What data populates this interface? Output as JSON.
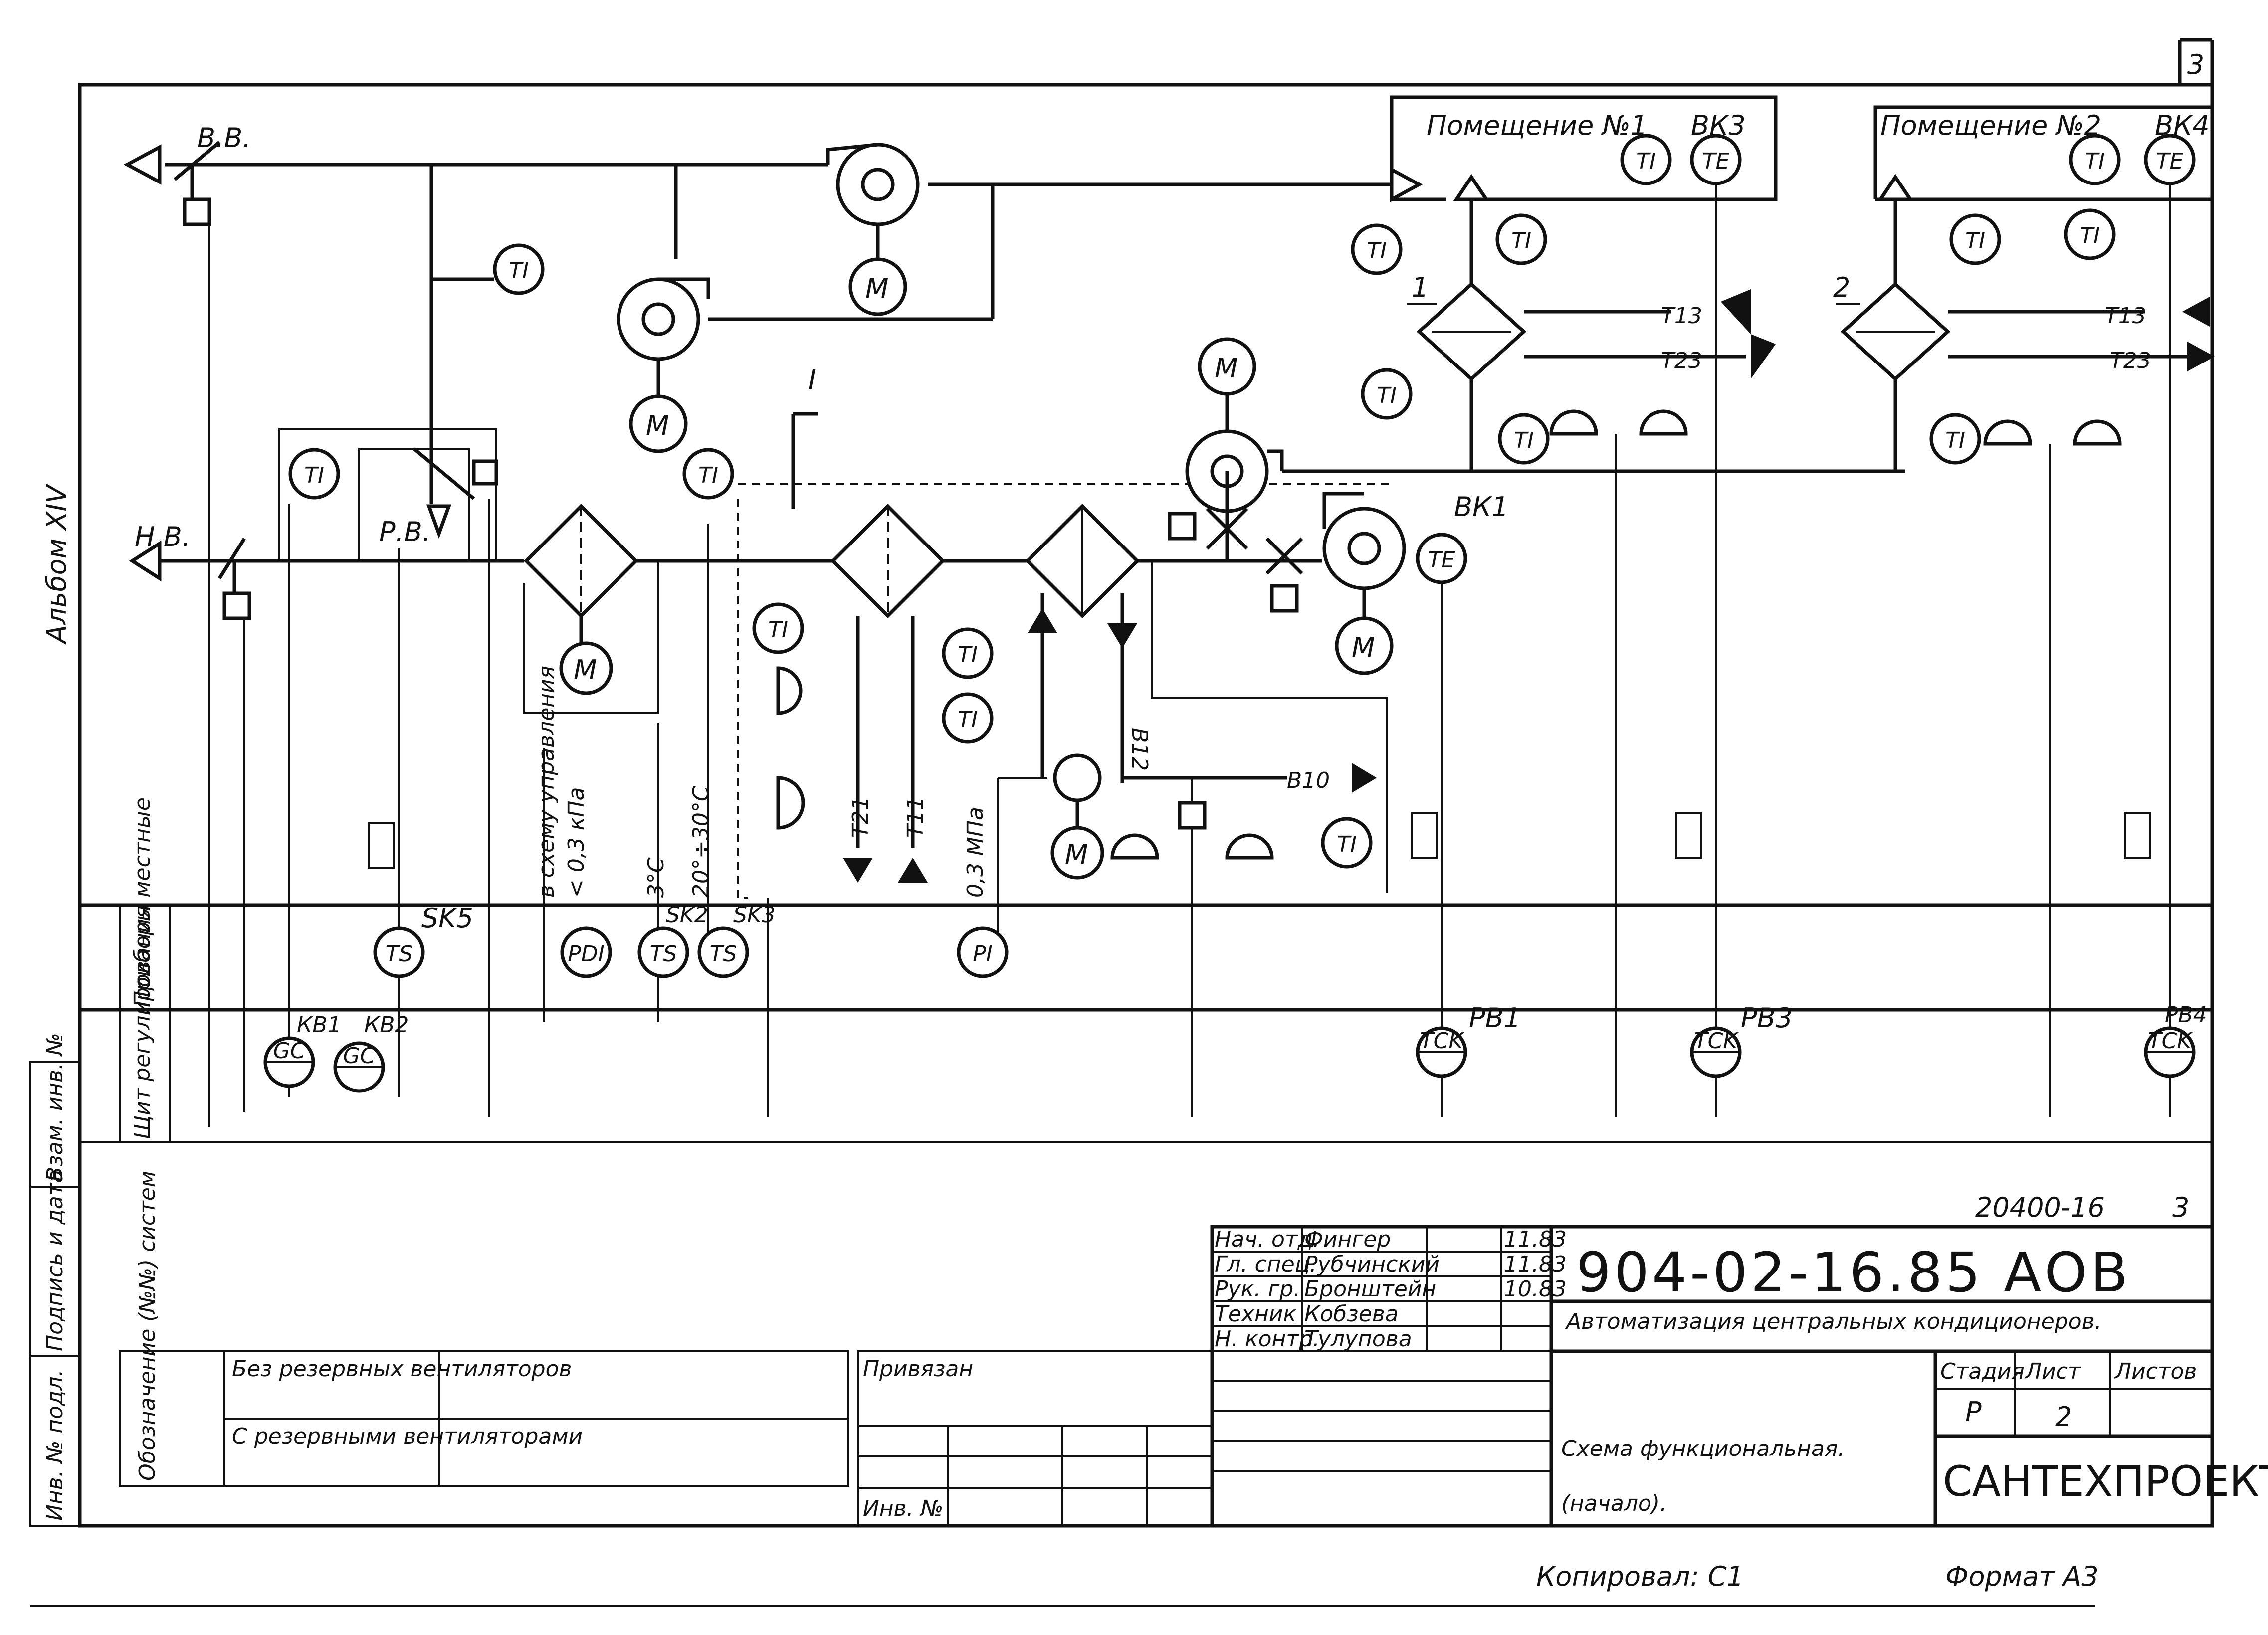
{
  "sheet": {
    "corner_number": "3",
    "album": "Альбом XIV",
    "doc_number_small": "20400-16",
    "doc_sheet_small": "3",
    "copied": "Копировал: С1",
    "format": "Формат А3"
  },
  "rooms": [
    {
      "label": "Помещение №1",
      "tag": "ВК3"
    },
    {
      "label": "Помещение №2",
      "tag": "ВК4"
    }
  ],
  "air": {
    "exhaust": "В.В.",
    "outdoor": "Н.В.",
    "recirc": "Р.В."
  },
  "instruments": {
    "ti": "TI",
    "te": "TE",
    "ts": "TS",
    "pdi": "PDI",
    "pi": "PI",
    "gc": "GC",
    "tck": "TCK",
    "heater_num_1": "1",
    "heater_num_2": "2",
    "section_mark": "I"
  },
  "tags": {
    "bk1": "ВК1",
    "sk5": "SK5",
    "sk2": "SK2",
    "sk3": "SK3",
    "kb1": "КВ1",
    "kb2": "КВ2",
    "pb1": "РВ1",
    "pb3": "РВ3",
    "pb4": "РВ4"
  },
  "pipes": {
    "t13_1": "Т13",
    "t23_1": "Т23",
    "t13_2": "Т13",
    "t23_2": "Т23",
    "t21": "Т21",
    "t11": "Т11",
    "b12": "В12",
    "b10": "В10"
  },
  "notes": {
    "scheme": "в схему управления",
    "pressure": "< 0,3 кПа",
    "temp1": "3°С",
    "temp2": "20°÷30°С",
    "pressure2": "0,3 МПа"
  },
  "row_labels": {
    "local": "Приборы местные",
    "panel": "Щит регулирования"
  },
  "side_columns": [
    "Инв. № подл.",
    "Подпись и дата",
    "Взам. инв. №"
  ],
  "systems": {
    "title": "Обозначение (№№) систем",
    "row1": "Без резервных вентиляторов",
    "row2": "С резервными вентиляторами"
  },
  "binding": {
    "privyazan": "Привязан",
    "inv": "Инв. №"
  },
  "title_block": {
    "code": "904-02-16.85 АОВ",
    "title": "Автоматизация центральных кондиционеров.",
    "subtitle1": "Схема функциональная.",
    "subtitle2": "(начало).",
    "org": "САНТЕХПРОЕКТ",
    "stage_h": "Стадия",
    "sheet_h": "Лист",
    "sheets_h": "Листов",
    "stage": "Р",
    "sheet": "2",
    "sheets": "",
    "people": [
      {
        "role": "Нач. отд.",
        "name": "Фингер",
        "date": "11.83"
      },
      {
        "role": "Гл. спец.",
        "name": "Рубчинский",
        "date": "11.83"
      },
      {
        "role": "Рук. гр.",
        "name": "Бронштейн",
        "date": "10.83"
      },
      {
        "role": "Техник",
        "name": "Кобзева",
        "date": ""
      },
      {
        "role": "Н. контр.",
        "name": "Тулупова",
        "date": ""
      }
    ]
  }
}
